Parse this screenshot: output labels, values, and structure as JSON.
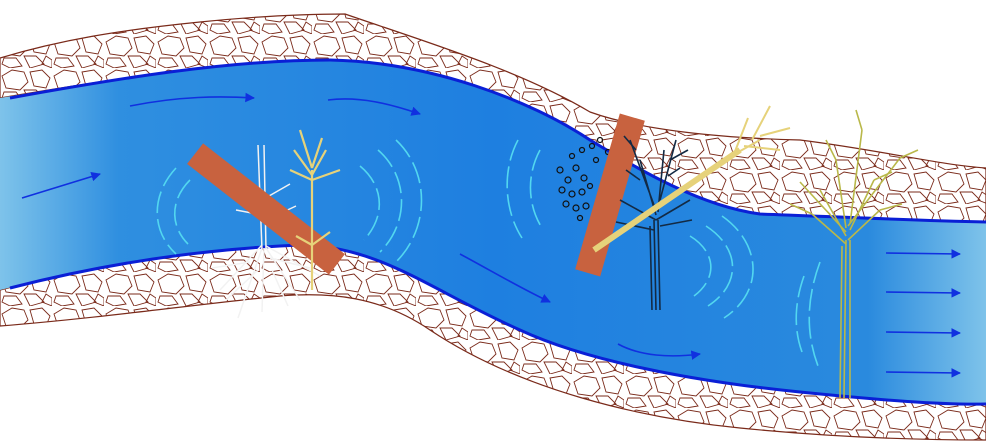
{
  "colors": {
    "background": "#ffffff",
    "bank_outline": "#7a2a1a",
    "water_light": "#7ec3ea",
    "water_mid": "#1e88e2",
    "water_dark": "#1565c0",
    "water_edge": "#0a1fd6",
    "flow_arrow": "#1030e0",
    "ripple": "#52d7f0",
    "log_wood": "#c8623f",
    "white_snag": "#f2f2f2",
    "yellow_snag": "#e6d27a",
    "dark_snag": "#132a44",
    "olive_tree": "#b9b84a",
    "pebble": "#111111"
  },
  "icons": {
    "flow": "flow-arrow-icon",
    "ripple": "ripple-arc-icon",
    "log": "log-jam-icon",
    "snag": "snag-tree-icon",
    "pebble": "pebble-icon"
  },
  "diagram": {
    "flow_direction": "left-to-right",
    "features": [
      "log-jam",
      "snag-tree",
      "debris-jam",
      "standing-riparian-tree"
    ]
  }
}
